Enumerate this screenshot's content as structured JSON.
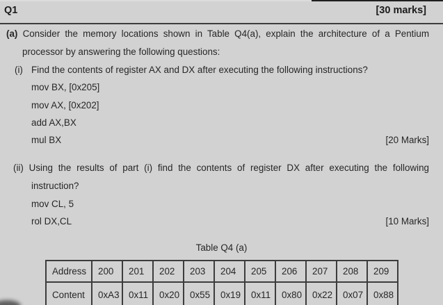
{
  "header": {
    "question": "Q1",
    "marks": "[30 marks]"
  },
  "part_a": {
    "marker": "(a)",
    "line1": "Consider the memory locations shown in Table Q4(a), explain the architecture of a Pentium",
    "line2": "processor by answering the following questions:"
  },
  "part_i": {
    "marker": "(i)",
    "question": "Find the contents of register AX and DX after executing the following instructions?",
    "code": [
      "mov BX, [0x205]",
      "mov AX, [0x202]",
      "add AX,BX",
      "mul BX"
    ],
    "marks": "[20 Marks]"
  },
  "part_ii": {
    "marker": "(ii)",
    "line1": "Using the results of part (i) find the contents of register DX after executing the following",
    "line2": "instruction?",
    "code": [
      "mov CL, 5",
      "rol DX,CL"
    ],
    "marks": "[10 Marks]"
  },
  "table": {
    "caption": "Table Q4 (a)",
    "row_headers": [
      "Address",
      "Content"
    ],
    "address_row": [
      "200",
      "201",
      "202",
      "203",
      "204",
      "205",
      "206",
      "207",
      "208",
      "209"
    ],
    "content_row": [
      "0xA3",
      "0x11",
      "0x20",
      "0x55",
      "0x19",
      "0x11",
      "0x80",
      "0x22",
      "0x07",
      "0x88"
    ]
  },
  "colors": {
    "background": "#d2d2d2",
    "text": "#262626",
    "border": "#3c3c3c"
  }
}
